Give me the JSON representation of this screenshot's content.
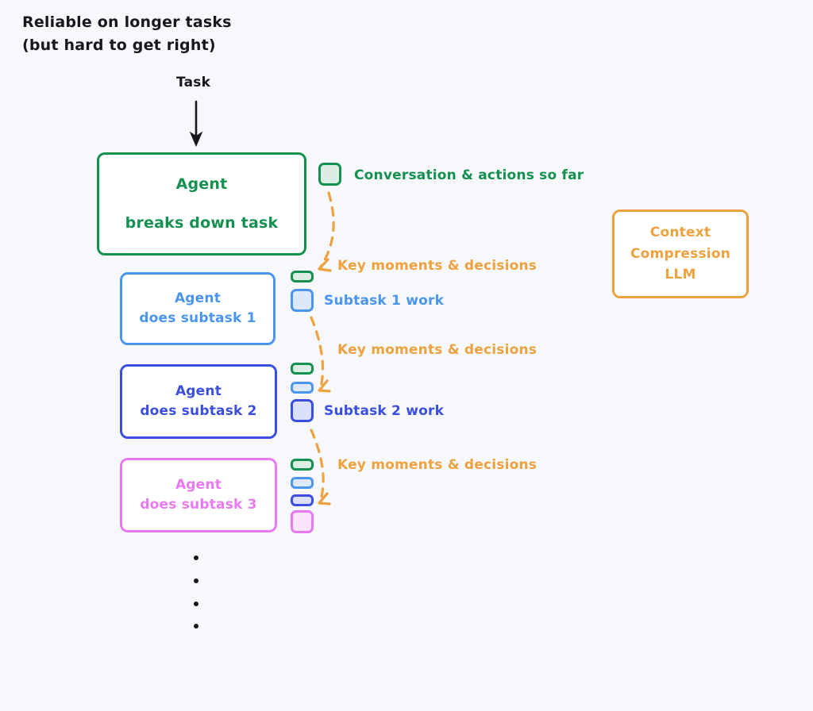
{
  "title": "Reliable on longer tasks\n(but hard to get right)",
  "task_label": "Task",
  "boxes": {
    "main": {
      "line1": "Agent",
      "line2": "breaks down task",
      "color": "#15914f"
    },
    "subtask1": {
      "line1": "Agent",
      "line2": "does subtask 1",
      "color": "#4a95ef"
    },
    "subtask2": {
      "line1": "Agent",
      "line2": "does subtask 2",
      "color": "#3a4fe0"
    },
    "subtask3": {
      "line1": "Agent",
      "line2": "does subtask 3",
      "color": "#e879f0"
    },
    "compression_llm": {
      "line1": "Context",
      "line2": "Compression",
      "line3": "LLM",
      "color": "#eda13f"
    }
  },
  "labels": {
    "conversation": "Conversation & actions so far",
    "key_moments_1": "Key moments & decisions",
    "subtask1_work": "Subtask 1 work",
    "key_moments_2": "Key moments & decisions",
    "subtask2_work": "Subtask 2 work",
    "key_moments_3": "Key moments & decisions"
  },
  "colors": {
    "background": "#f7f8fb",
    "text": "#16181d",
    "green": "#15914f",
    "blue": "#4a95ef",
    "indigo": "#3a4fe0",
    "pink": "#e879f0",
    "orange": "#eda13f"
  },
  "icons": {
    "task_arrow": "down-arrow-icon",
    "compress_arrow": "curved-dashed-arrow-icon",
    "context_chip": "context-chip-icon",
    "compressed_bar": "compressed-context-bar-icon",
    "ellipsis": "vertical-ellipsis-icon"
  }
}
